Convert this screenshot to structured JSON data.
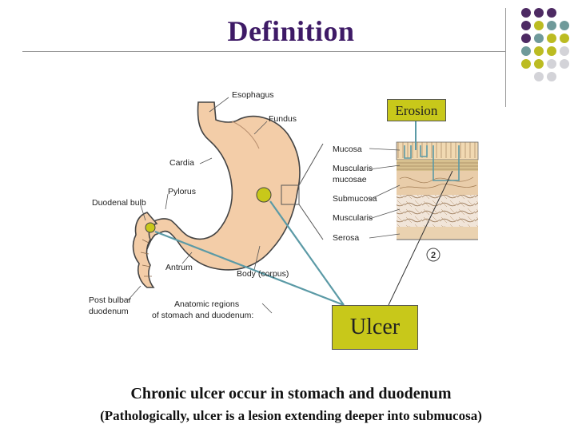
{
  "title": "Definition",
  "colors": {
    "title": "#3e1a66",
    "purple": "#4d2a63",
    "teal": "#6f9a9a",
    "olive": "#bcbc22",
    "lightgray": "#d3d3d8",
    "stomach_fill": "#f3cda8",
    "callout_fill": "#c8c81a",
    "pointer_line": "#5b9aa6"
  },
  "diagram": {
    "labels": {
      "esophagus": "Esophagus",
      "fundus": "Fundus",
      "cardia": "Cardia",
      "pylorus": "Pylorus",
      "duodenal_bulb": "Duodenal bulb",
      "antrum": "Antrum",
      "body": "Body (corpus)",
      "post_bulbar_1": "Post bulbar",
      "post_bulbar_2": "duodenum",
      "anatomic_1": "Anatomic regions",
      "anatomic_2": "of stomach and duodenum",
      "anatomic_colon": ":",
      "mucosa": "Mucosa",
      "muscularis_mucosae_1": "Muscularis",
      "muscularis_mucosae_2": "mucosae",
      "submucosa": "Submucosa",
      "muscularis": "Muscularis",
      "serosa": "Serosa",
      "figure_number": "2"
    }
  },
  "callouts": {
    "erosion": "Erosion",
    "ulcer": "Ulcer"
  },
  "caption": {
    "line1": "Chronic ulcer occur in stomach and duodenum",
    "line2": "(Pathologically, ulcer is a lesion extending deeper into submucosa)"
  }
}
